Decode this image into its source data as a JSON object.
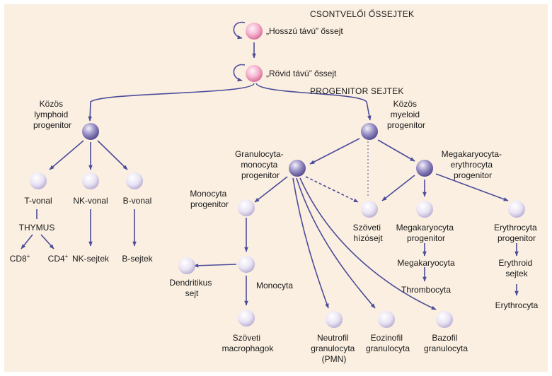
{
  "headers": {
    "bone_marrow": "CSONTVELŐI ŐSSEJTEK",
    "progenitor": "PROGENITOR SEJTEK"
  },
  "stem_cells": {
    "long_term": "„Hosszú távú” őssejt",
    "short_term": "„Rövid távú” őssejt"
  },
  "lymphoid": {
    "progenitor": [
      "Közös",
      "lymphoid",
      "progenitor"
    ],
    "t_line": "T-vonal",
    "nk_line": "NK-vonal",
    "b_line": "B-vonal",
    "thymus": "THYMUS",
    "cd8": "CD8",
    "cd4": "CD4",
    "sup": "+",
    "nk_cells": "NK-sejtek",
    "b_cells": "B-sejtek"
  },
  "myeloid": {
    "progenitor": [
      "Közös",
      "myeloid",
      "progenitor"
    ],
    "gm_progenitor": [
      "Granulocyta-",
      "monocyta",
      "progenitor"
    ],
    "mke_progenitor": [
      "Megakaryocyta-",
      "erythrocyta",
      "progenitor"
    ],
    "monocyte_progenitor": [
      "Monocyta",
      "progenitor"
    ],
    "dendritic": [
      "Dendritikus",
      "sejt"
    ],
    "monocyte": "Monocyta",
    "macrophage": [
      "Szöveti",
      "macrophagok"
    ],
    "neutrophil": [
      "Neutrofil",
      "granulocyta",
      "(PMN)"
    ],
    "eosinophil": [
      "Eozinofil",
      "granulocyta"
    ],
    "basophil": [
      "Bazofil",
      "granulocyta"
    ],
    "mast_cell": [
      "Szöveti",
      "hízósejt"
    ],
    "mk_progenitor": [
      "Megakaryocyta",
      "progenitor"
    ],
    "megakaryocyte": "Megakaryocyta",
    "thrombocyte": "Thrombocyta",
    "ery_progenitor": [
      "Erythrocyta",
      "progenitor"
    ],
    "ery_cells": [
      "Erythroid",
      "sejtek"
    ],
    "erythrocyte": "Erythrocyta"
  },
  "colors": {
    "background": "#fbefe1",
    "arrow": "#4b4c9a",
    "stem_cell": "#f2a6c4",
    "progenitor_cell": "#8a80b8",
    "mature_cell": "#e4ddf0"
  }
}
